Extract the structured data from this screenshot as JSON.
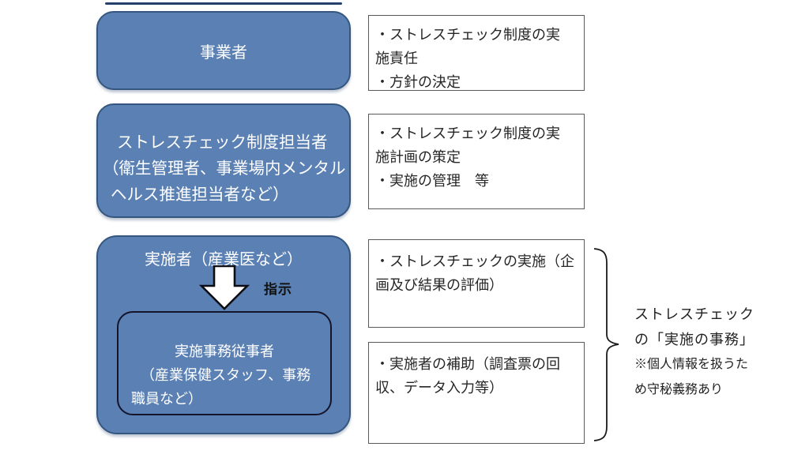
{
  "colors": {
    "role_box_fill": "#5b80b4",
    "role_box_border": "#35577f",
    "staff_box_border": "#14142a",
    "duty_box_border": "#595959",
    "text_on_blue": "#ffffff",
    "text_dark": "#262626"
  },
  "left_column": {
    "employer_box": {
      "label": "事業者"
    },
    "coordinator_box": {
      "line1": "ストレスチェック制度担当者",
      "line2": "（衛生管理者、事業場内メンタル",
      "line3": "ヘルス推進担当者など）"
    },
    "implementer_box": {
      "title": "実施者（産業医など）",
      "arrow_label": "指示",
      "staff_box": {
        "line1": "実施事務従事者",
        "line2": "（産業保健スタッフ、事務",
        "line3": "職員など）"
      }
    }
  },
  "right_column": {
    "employer_duties": {
      "line1": "・ストレスチェック制度の実",
      "line2": "施責任",
      "line3": "・方針の決定"
    },
    "coordinator_duties": {
      "line1": "・ストレスチェック制度の実",
      "line2": "施計画の策定",
      "line3": "・実施の管理　等"
    },
    "implementer_duties": {
      "line1": "・ストレスチェックの実施（企",
      "line2": "画及び結果の評価）"
    },
    "staff_duties": {
      "line1": "・実施者の補助（調査票の回",
      "line2": "収、データ入力等）"
    }
  },
  "bracket_note": {
    "line1": "ストレスチェック",
    "line2": "の「実施の事務」",
    "line3": "※個人情報を扱うた",
    "line4": "め守秘義務あり"
  }
}
